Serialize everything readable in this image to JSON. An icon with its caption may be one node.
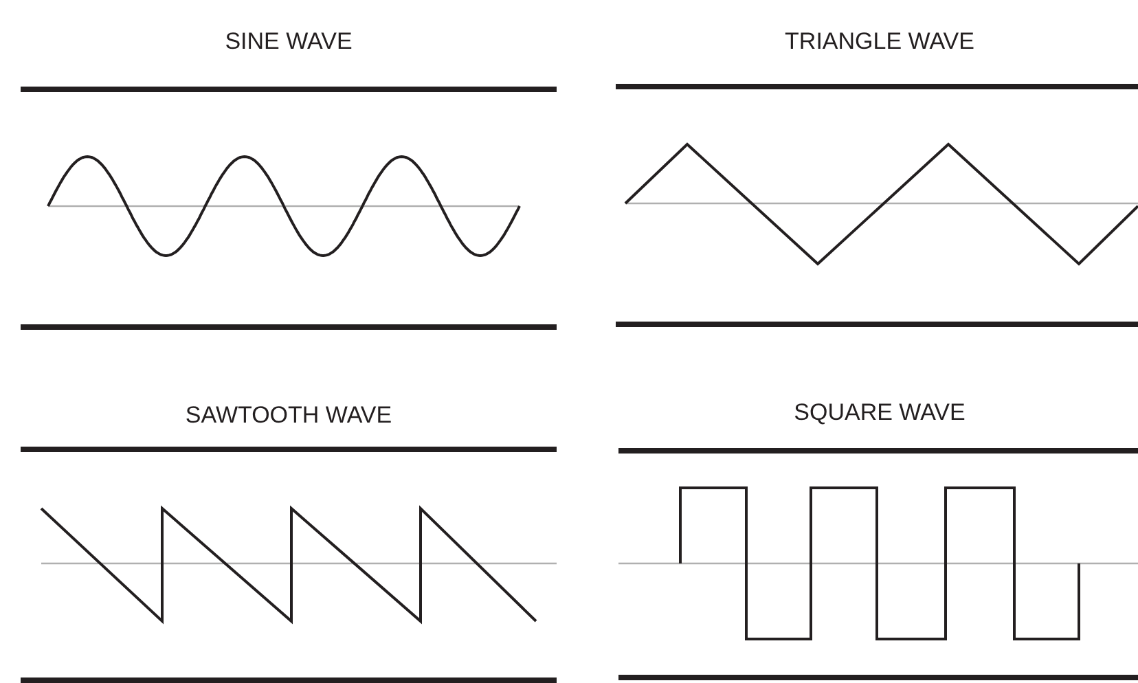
{
  "diagram": {
    "labels": [
      "SINE WAVE",
      "TRIANGLE WAVE",
      "SAWTOOTH WAVE",
      "SQUARE WAVE"
    ]
  }
}
